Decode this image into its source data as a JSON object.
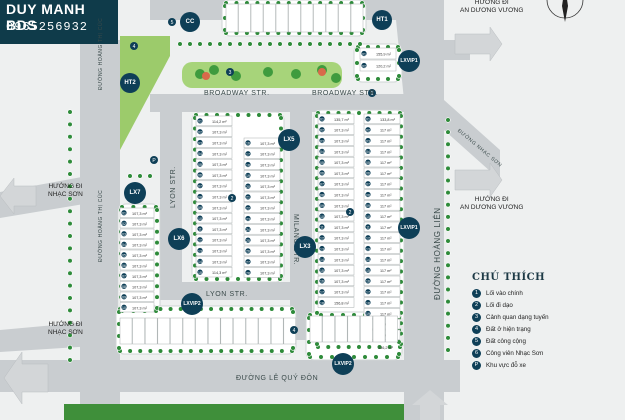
{
  "brand": {
    "name": "DUY MANH BDS",
    "phone": "0965256932"
  },
  "streets": {
    "broadway_left": "BROADWAY STR.",
    "broadway_right": "BROADWAY STR.",
    "lyon_vertical": "LYON STR.",
    "lyon_horizontal": "LYON STR.",
    "milano": "MILANO STR.",
    "hoang_lien": "ĐƯỜNG HOÀNG LIÊN",
    "le_quy_don": "ĐƯỜNG LÊ QUÝ ĐÔN",
    "left_road_top": "ĐƯỜNG HOÀNG THỊ CÚC",
    "left_road_mid": "ĐƯỜNG HOÀNG THỊ CÚC",
    "right_diag": "ĐƯỜNG NHẠC SƠN"
  },
  "directions": {
    "top_right": "HƯỚNG ĐI\nAN DƯƠNG VƯƠNG",
    "mid_right": "HƯỚNG ĐI\nAN DƯƠNG VƯƠNG",
    "left_upper": "HƯỚNG ĐI\nNHẠC SƠN",
    "left_lower": "HƯỚNG ĐI\nNHẠC SƠN"
  },
  "zones": {
    "lx5": "LX5",
    "lx6": "LX6",
    "lx7": "LX7",
    "lx3": "LX3",
    "lxvip1": "LXVIP1",
    "lxvip2_left": "LXVIP2",
    "lxvip2_bottom": "LXVIP2",
    "cc": "CC",
    "ht1": "HT1",
    "ht2": "HT2"
  },
  "plot_areas": {
    "lx5_top": "114,2 m²",
    "lx5_rows": "107,3 m²",
    "lx5_bottom": "114,3 m²",
    "lx6_rows": "107,3 m²",
    "lx7_rows": "107,3 m²",
    "lx3_top": "133,8 m²",
    "lx3_right": "117 m²",
    "lx3_left_top": "135,7 m²",
    "lx3_left": "107,3 m²",
    "lxvip1_a": "155,9 m²",
    "lxvip1_b": "120,2 m²",
    "lx3_bottom": "156,8 m²",
    "vip2_bottom": "136,2 m²"
  },
  "legend": {
    "title": "CHÚ THÍCH",
    "items": [
      {
        "num": "1",
        "label": "Lối vào chính"
      },
      {
        "num": "2",
        "label": "Lối đi dạo"
      },
      {
        "num": "3",
        "label": "Cảnh quan dạng tuyến"
      },
      {
        "num": "4",
        "label": "Đất ở hiện trạng"
      },
      {
        "num": "5",
        "label": "Đất công cộng"
      },
      {
        "num": "6",
        "label": "Công viên Nhạc Sơn"
      },
      {
        "num": "P",
        "label": "Khu vực đỗ xe"
      }
    ]
  },
  "colors": {
    "road": "#c9cdd0",
    "plot": "#ffffff",
    "grass": "#2e8b3a",
    "zone": "#0e3f57",
    "arrow": "#d3d6d8"
  }
}
